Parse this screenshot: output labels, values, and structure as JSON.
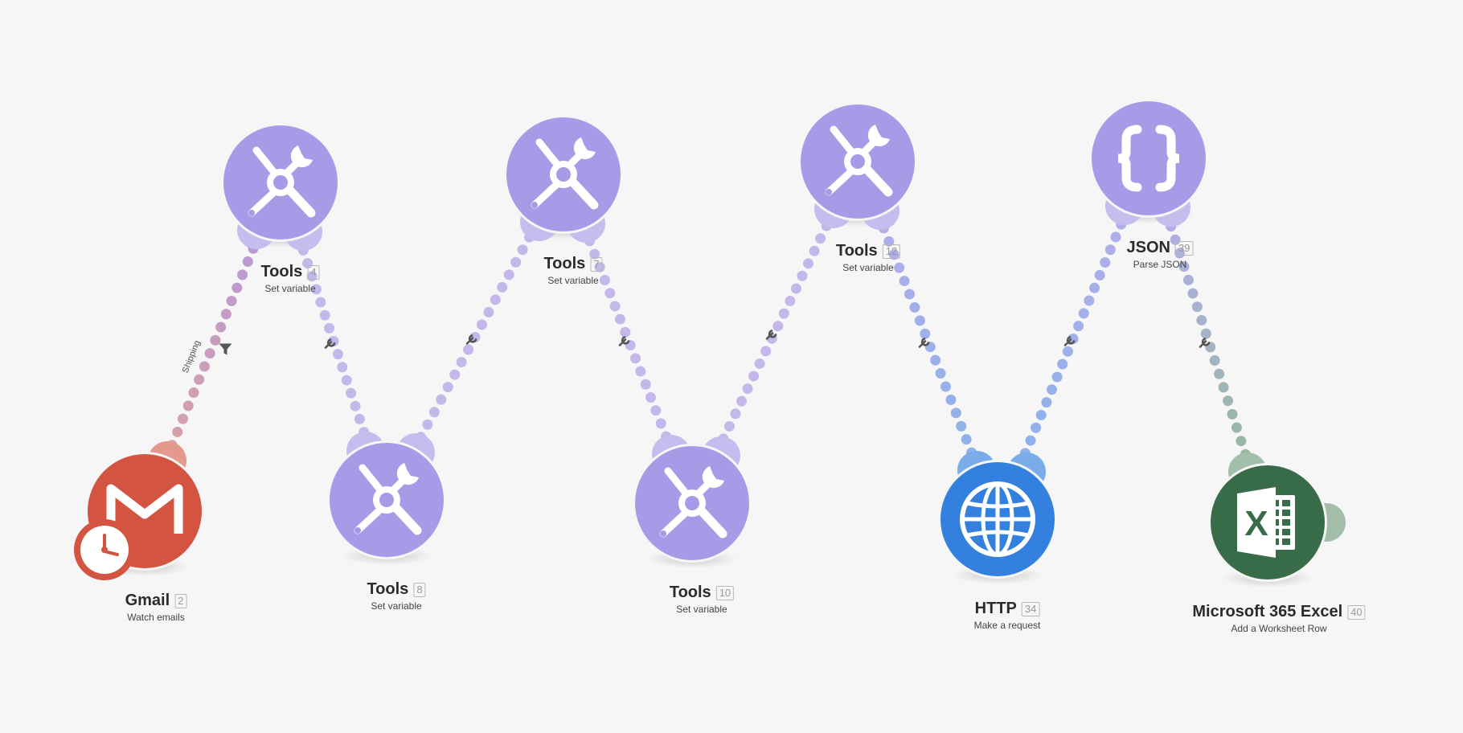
{
  "modules": [
    {
      "id": "gmail",
      "title": "Gmail",
      "num": "2",
      "sub": "Watch emails",
      "color": "#d35440",
      "icon": "gmail-icon",
      "trigger": true
    },
    {
      "id": "tools4",
      "title": "Tools",
      "num": "4",
      "sub": "Set variable",
      "color": "#a89ae6",
      "icon": "tools-icon"
    },
    {
      "id": "tools8",
      "title": "Tools",
      "num": "8",
      "sub": "Set variable",
      "color": "#a89ae6",
      "icon": "tools-icon"
    },
    {
      "id": "tools7",
      "title": "Tools",
      "num": "7",
      "sub": "Set variable",
      "color": "#a89ae6",
      "icon": "tools-icon"
    },
    {
      "id": "tools10",
      "title": "Tools",
      "num": "10",
      "sub": "Set variable",
      "color": "#a89ae6",
      "icon": "tools-icon"
    },
    {
      "id": "tools12",
      "title": "Tools",
      "num": "12",
      "sub": "Set variable",
      "color": "#a89ae6",
      "icon": "tools-icon"
    },
    {
      "id": "http",
      "title": "HTTP",
      "num": "34",
      "sub": "Make a request",
      "color": "#3380de",
      "icon": "globe-icon"
    },
    {
      "id": "json",
      "title": "JSON",
      "num": "39",
      "sub": "Parse JSON",
      "color": "#a89ae6",
      "icon": "braces-icon"
    },
    {
      "id": "excel",
      "title": "Microsoft 365 Excel",
      "num": "40",
      "sub": "Add a Worksheet Row",
      "color": "#386b48",
      "icon": "excel-icon"
    }
  ],
  "route_label": "Shipping",
  "icons": {
    "filter": "filter-icon",
    "link": "wrench-icon"
  }
}
